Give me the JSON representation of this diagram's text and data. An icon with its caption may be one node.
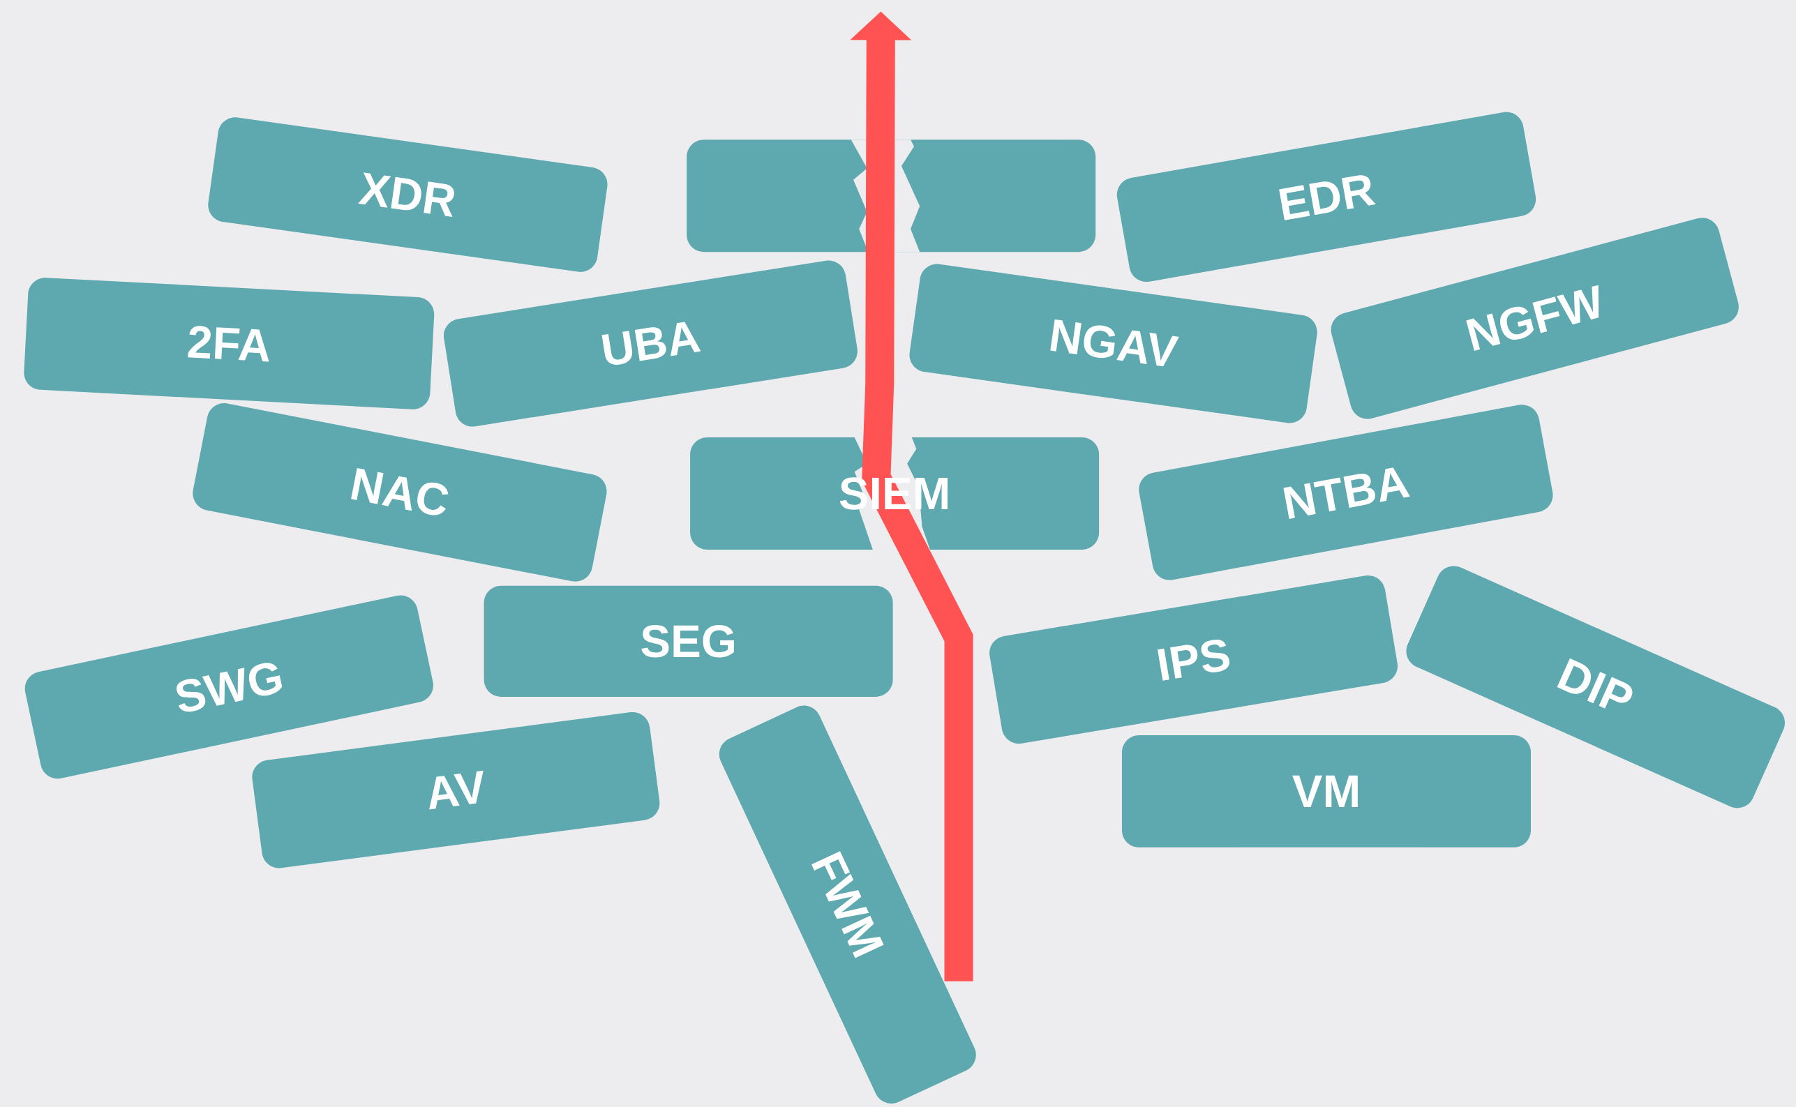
{
  "diagram": {
    "nodes": [
      {
        "text": [
          "XDR"
        ]
      },
      {
        "text": [],
        "shape": "box"
      },
      {
        "text": [
          "EDR"
        ]
      },
      {
        "text": [
          "2FA"
        ]
      },
      {
        "text": [
          "UBA"
        ]
      },
      {
        "text": [
          "NGAV"
        ]
      },
      {
        "text": [
          "NGFW"
        ]
      },
      {
        "text": [
          "NAC"
        ]
      },
      {
        "text": [
          "SIEM"
        ]
      },
      {
        "text": [
          "NTBA"
        ]
      },
      {
        "text": [
          "SWG"
        ]
      },
      {
        "text": [
          "SEG"
        ]
      },
      {
        "text": [
          "IPS"
        ]
      },
      {
        "text": [
          "DIP"
        ]
      },
      {
        "text": [
          "AV"
        ]
      },
      {
        "text": [
          "VM"
        ]
      },
      {
        "text": [
          "FWM"
        ]
      }
    ]
  }
}
